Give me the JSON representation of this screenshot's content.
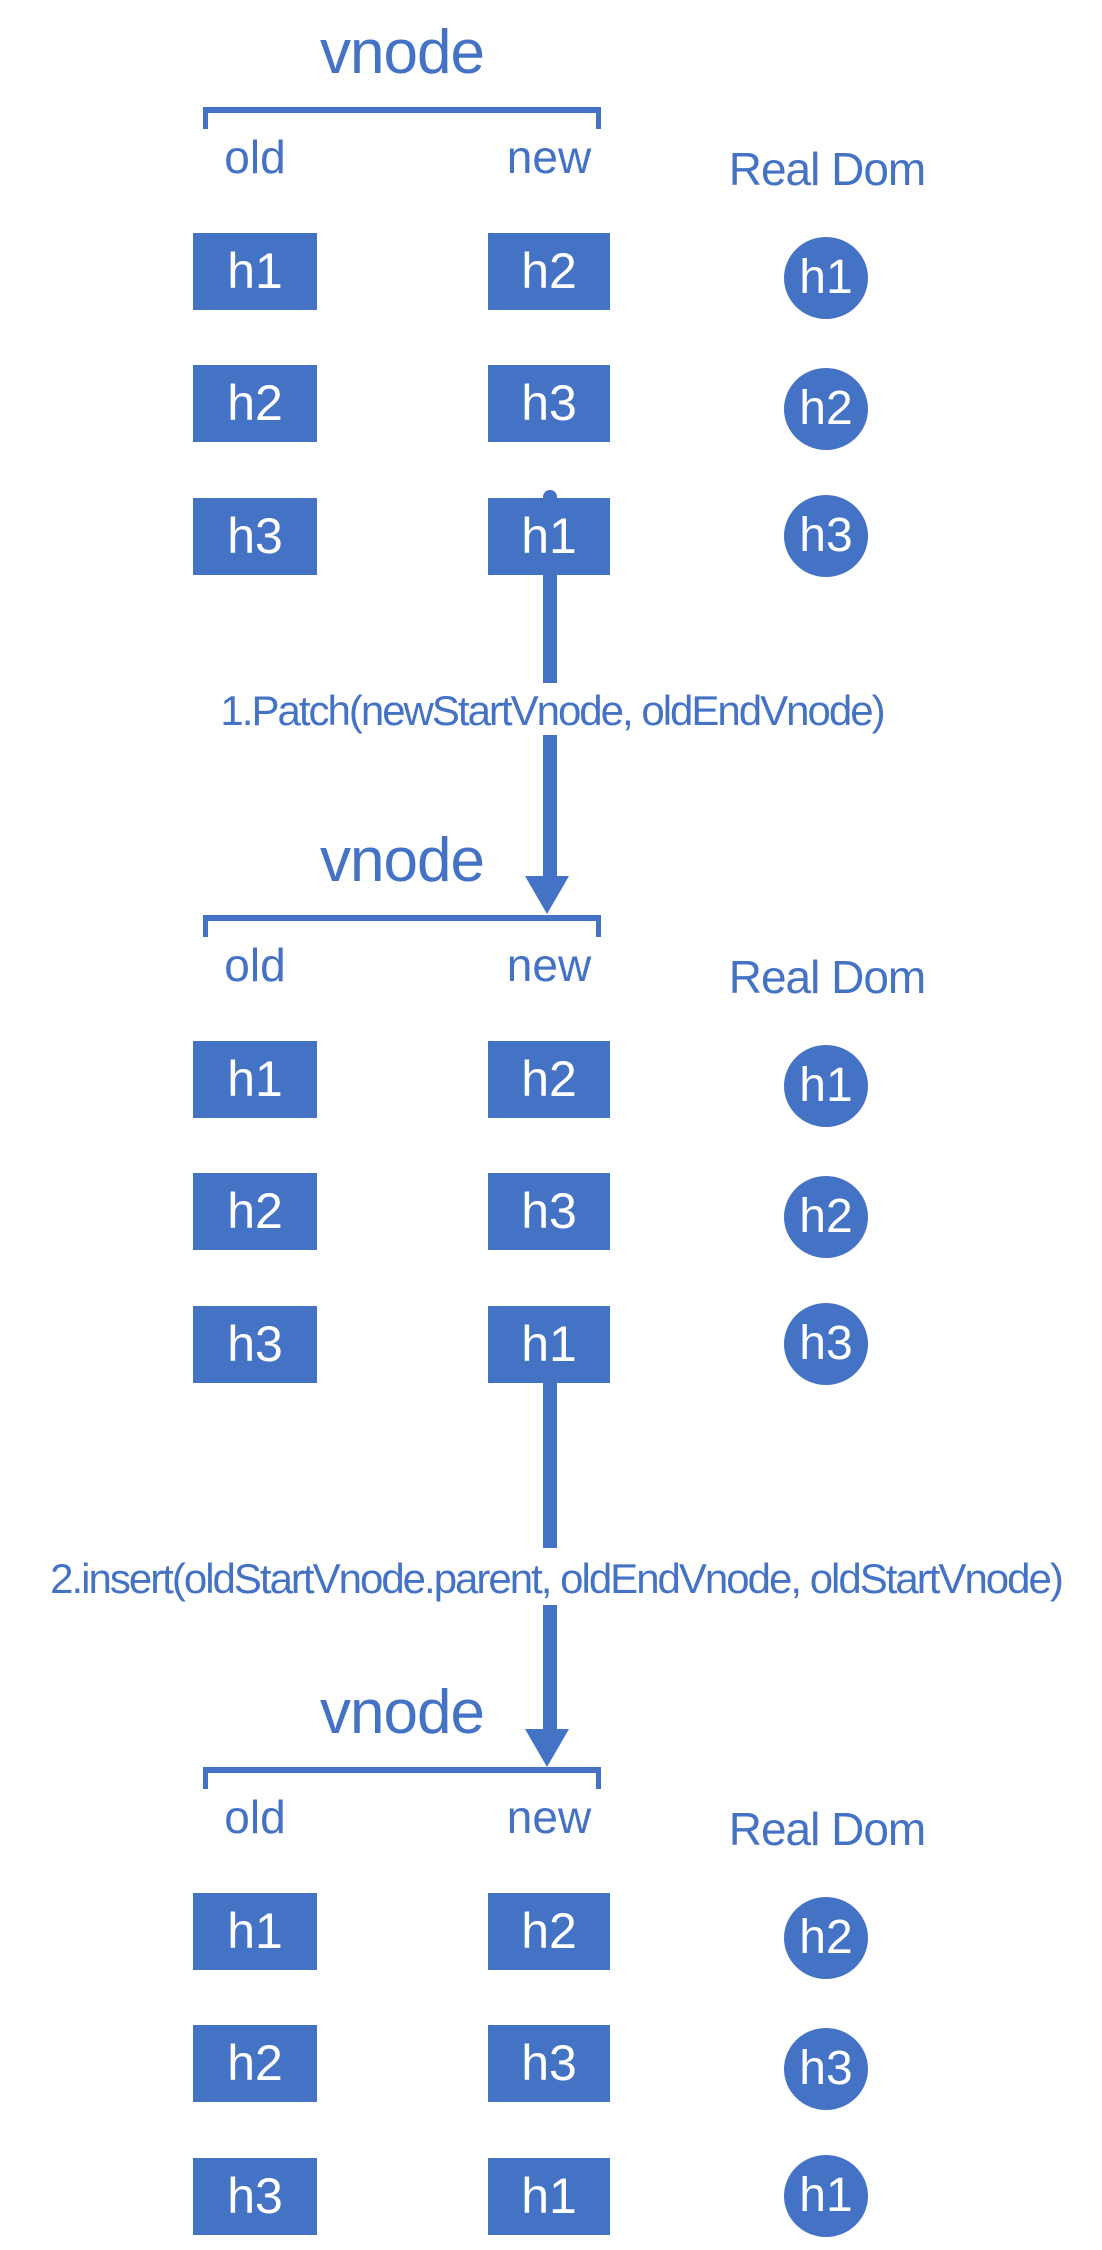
{
  "diagram": {
    "vnode_label": "vnode",
    "old_label": "old",
    "new_label": "new",
    "real_dom_label": "Real Dom",
    "colors": {
      "primary_blue": "#4472C4",
      "node_text": "#FFFFFF",
      "background": "#FFFFFF"
    },
    "sections": [
      {
        "old": [
          "h1",
          "h2",
          "h3"
        ],
        "new": [
          "h2",
          "h3",
          "h1"
        ],
        "real_dom": [
          "h1",
          "h2",
          "h3"
        ]
      },
      {
        "old": [
          "h1",
          "h2",
          "h3"
        ],
        "new": [
          "h2",
          "h3",
          "h1"
        ],
        "real_dom": [
          "h1",
          "h2",
          "h3"
        ]
      },
      {
        "old": [
          "h1",
          "h2",
          "h3"
        ],
        "new": [
          "h2",
          "h3",
          "h1"
        ],
        "real_dom": [
          "h2",
          "h3",
          "h1"
        ]
      }
    ],
    "steps": [
      {
        "label": "1.Patch(newStartVnode, oldEndVnode)"
      },
      {
        "label": "2.insert(oldStartVnode.parent, oldEndVnode, oldStartVnode)"
      }
    ]
  }
}
